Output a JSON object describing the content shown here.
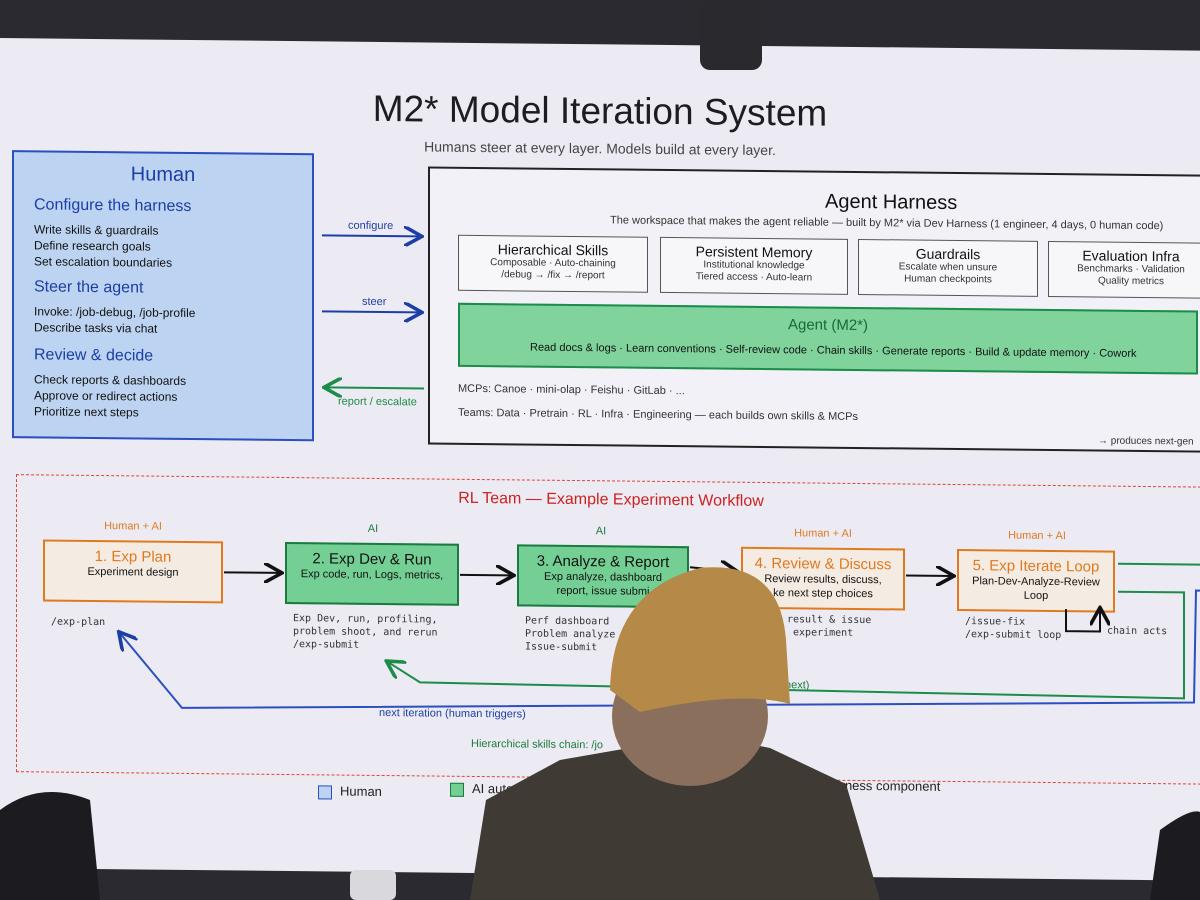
{
  "title": "M2* Model Iteration System",
  "subtitle": "Humans steer at every layer. Models build at every layer.",
  "human": {
    "title": "Human",
    "sections": [
      {
        "head": "Configure the harness",
        "lines": [
          "Write skills & guardrails",
          "Define research goals",
          "Set escalation boundaries"
        ]
      },
      {
        "head": "Steer the agent",
        "lines": [
          "Invoke: /job-debug, /job-profile",
          "Describe tasks via chat"
        ]
      },
      {
        "head": "Review & decide",
        "lines": [
          "Check reports & dashboards",
          "Approve or redirect actions",
          "Prioritize next steps"
        ]
      }
    ]
  },
  "arrows": {
    "configure": "configure",
    "steer": "steer",
    "report": "report / escalate"
  },
  "harness": {
    "title": "Agent Harness",
    "subtitle": "The workspace that makes the agent reliable — built by M2* via Dev Harness (1 engineer, 4 days, 0 human code)",
    "components": [
      {
        "name": "Hierarchical Skills",
        "lines": [
          "Composable · Auto-chaining",
          "/debug → /fix → /report"
        ]
      },
      {
        "name": "Persistent Memory",
        "lines": [
          "Institutional knowledge",
          "Tiered access · Auto-learn"
        ]
      },
      {
        "name": "Guardrails",
        "lines": [
          "Escalate when unsure",
          "Human checkpoints"
        ]
      },
      {
        "name": "Evaluation Infra",
        "lines": [
          "Benchmarks · Validation",
          "Quality metrics"
        ]
      }
    ],
    "agent": {
      "title": "Agent (M2*)",
      "tasks": "Read docs & logs  ·  Learn conventions  ·  Self-review code  ·  Chain skills  ·  Generate reports  ·  Build & update memory  ·  Cowork"
    },
    "mcps": "MCPs: Canoe · mini-olap · Feishu · GitLab · ...",
    "teams": "Teams: Data · Pretrain · RL · Infra · Engineering  —  each builds own skills & MCPs",
    "produces": "→ produces next-gen"
  },
  "rl": {
    "title": "RL Team — Example Experiment Workflow",
    "steps": [
      {
        "who": "Human + AI",
        "title": "1. Exp Plan",
        "desc": [
          "Experiment design"
        ],
        "cmds": "/exp-plan"
      },
      {
        "who": "AI",
        "title": "2. Exp Dev & Run",
        "desc": [
          "Exp code, run, Logs, metrics,"
        ],
        "cmds": "Exp Dev, run, profiling,\nproblem shoot, and rerun\n/exp-submit"
      },
      {
        "who": "AI",
        "title": "3.  Analyze & Report",
        "desc": [
          "Exp analyze, dashboard",
          "report, issue submi"
        ],
        "cmds": "Perf dashboard\nProblem analyze\nIssue-submit"
      },
      {
        "who": "Human + AI",
        "title": "4. Review & Discuss",
        "desc": [
          "Review results, discuss,",
          "ke next step choices"
        ],
        "cmds": "result & issue\n experiment"
      },
      {
        "who": "Human + AI",
        "title": "5. Exp Iterate Loop",
        "desc": [
          "Plan-Dev-Analyze-Review",
          "Loop"
        ],
        "cmds": "/issue-fix\n/exp-submit loop"
      }
    ],
    "chain_acts": "chain acts",
    "next_label": "next)",
    "next_iteration": "next iteration (human triggers)",
    "skills_chain": "Hierarchical skills chain:  /jo"
  },
  "legend": [
    {
      "label": "Human",
      "fill": "#bcd3f1",
      "stroke": "#2b4fbf"
    },
    {
      "label": "AI autonomo",
      "fill": "#73cf93",
      "stroke": "#1b7a40"
    },
    {
      "label": "Harness component",
      "fill": "#ffffff",
      "stroke": "#333333"
    }
  ],
  "colors": {
    "human_blue": "#2b4fbf",
    "agent_green": "#1c8c4a",
    "rl_red": "#e0443a",
    "step_orange": "#e07a1f"
  }
}
